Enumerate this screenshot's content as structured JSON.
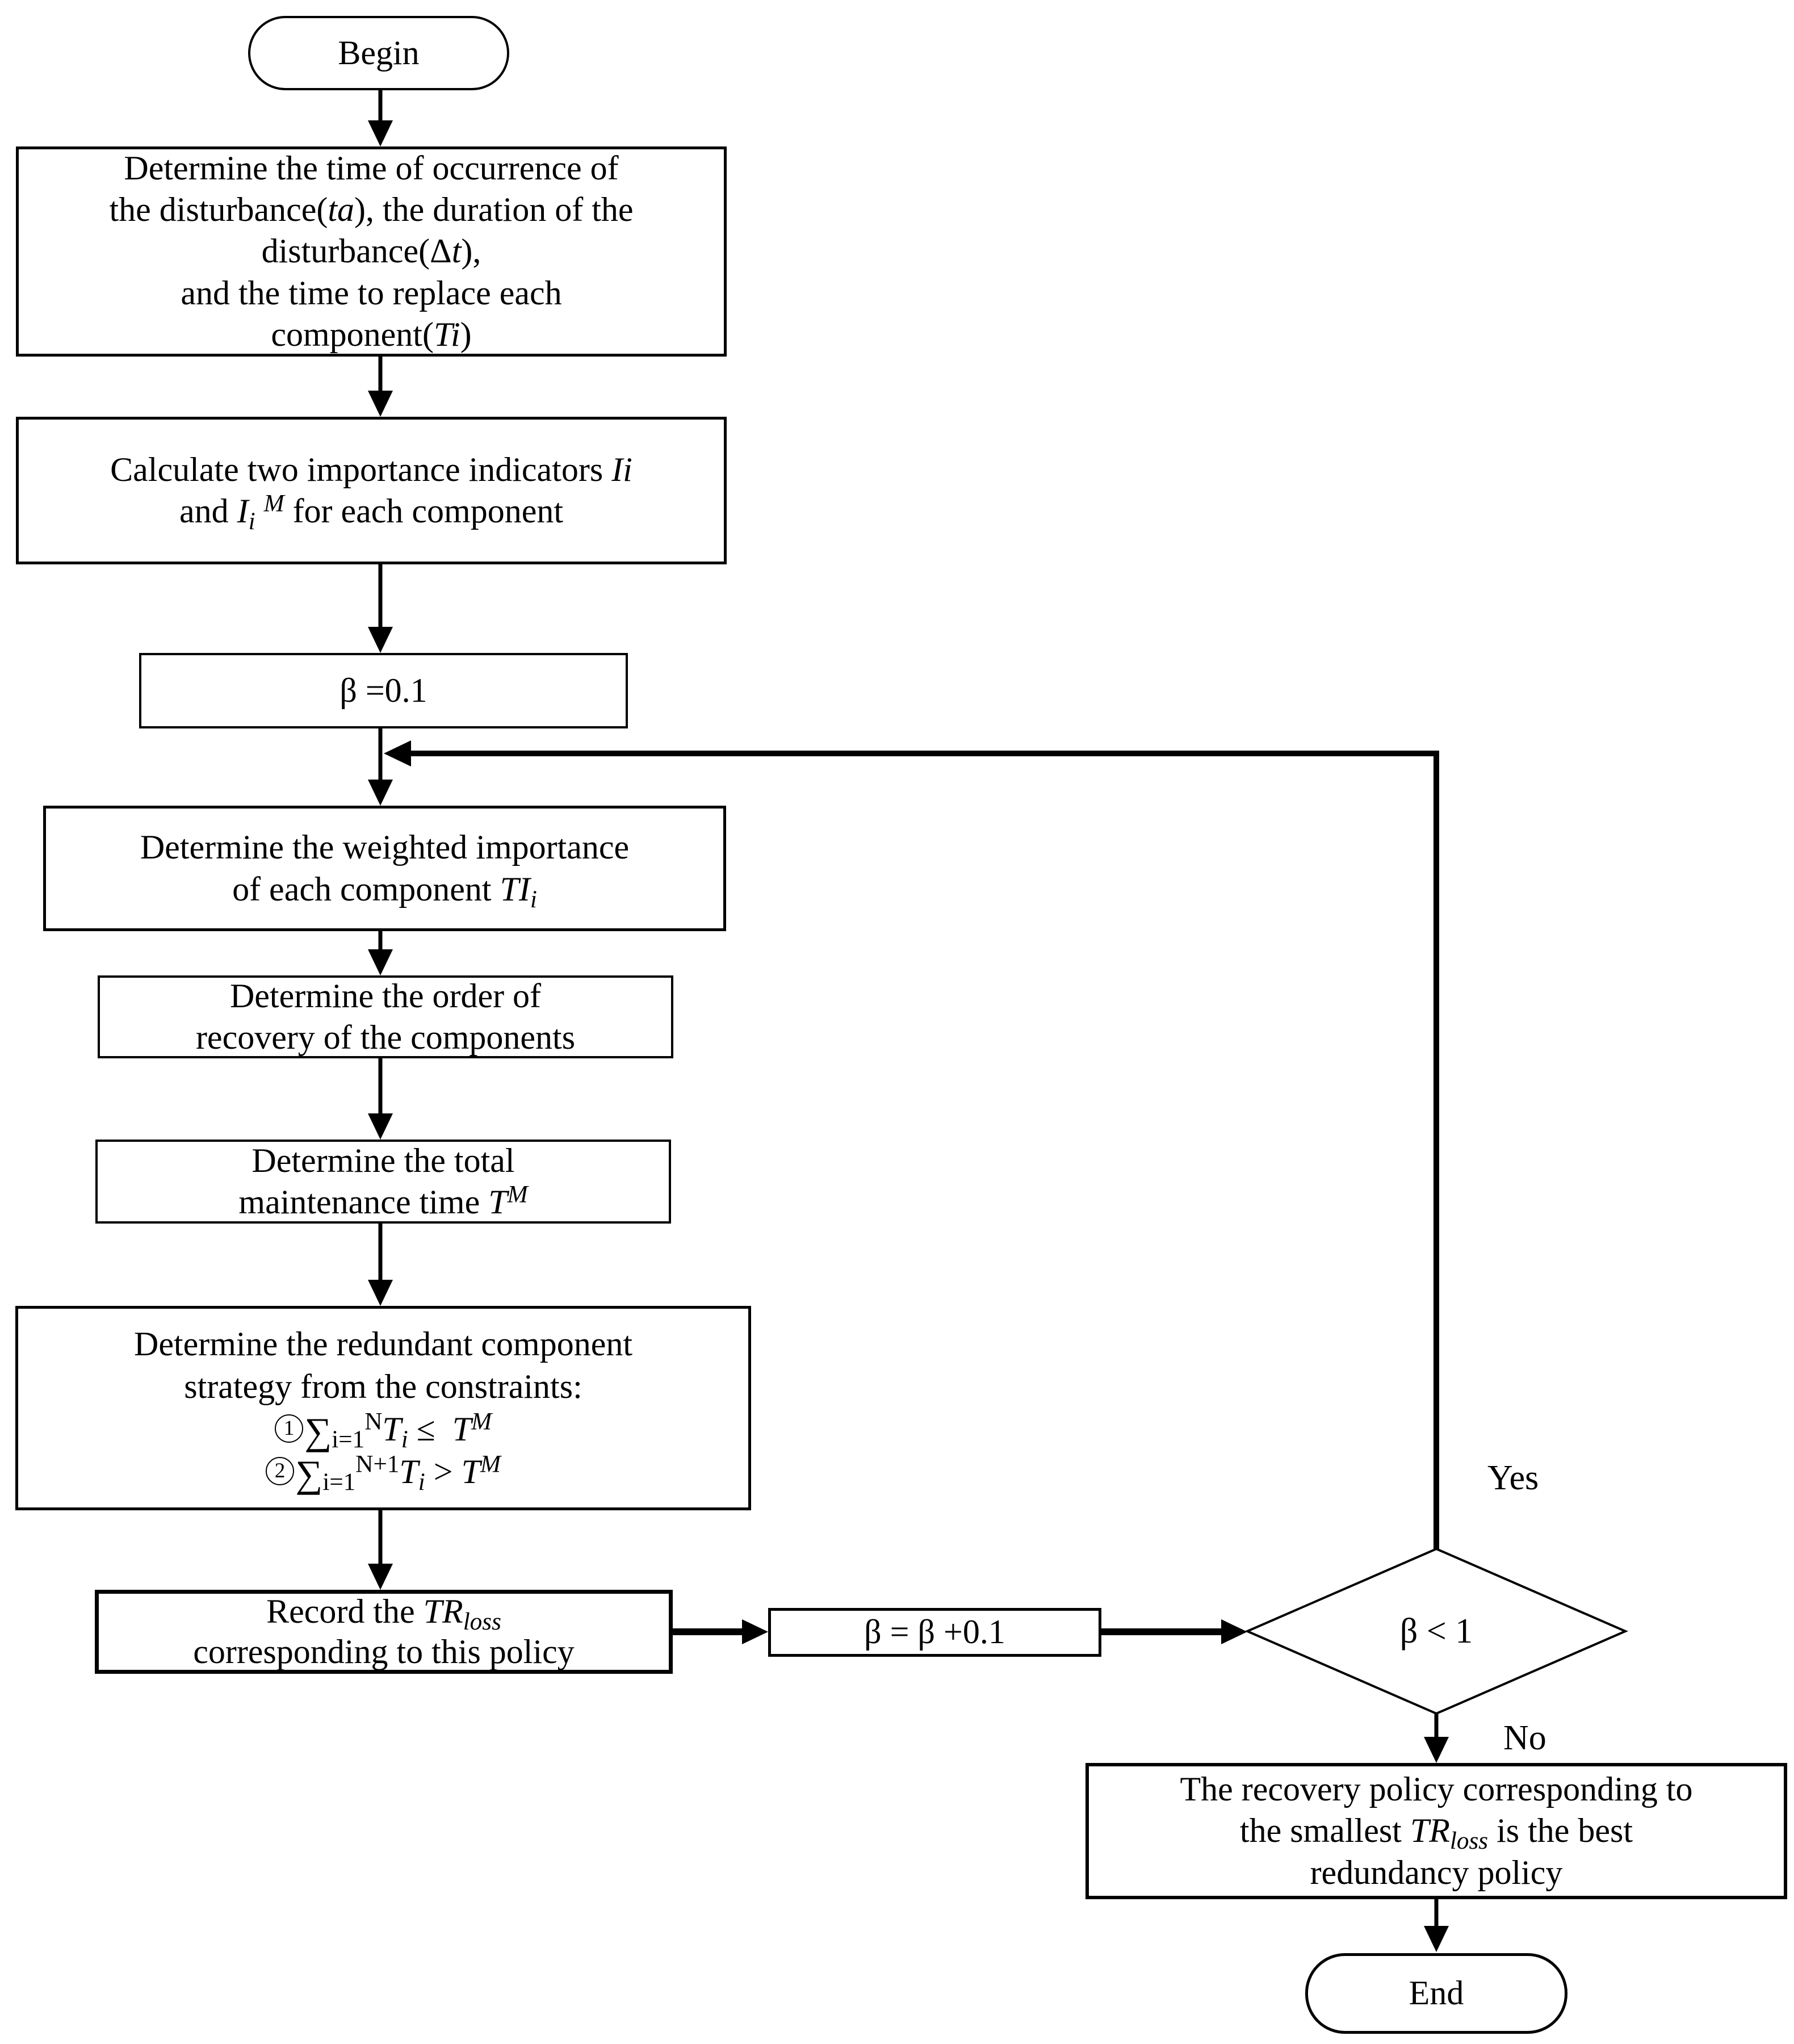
{
  "colors": {
    "ink": "#000000",
    "paper": "#ffffff"
  },
  "labels": {
    "yes": "Yes",
    "no": "No"
  },
  "nodes": {
    "begin": {
      "kind": "terminator",
      "lines": [
        [
          {
            "t": "Begin"
          }
        ]
      ]
    },
    "determine_inputs": {
      "kind": "process",
      "lines": [
        [
          {
            "t": "Determine the time of occurrence of"
          }
        ],
        [
          {
            "t": "the disturbance("
          },
          {
            "t": "ta",
            "s": "i"
          },
          {
            "t": "), the duration of the"
          }
        ],
        [
          {
            "t": "disturbance(Δ"
          },
          {
            "t": "t",
            "s": "i"
          },
          {
            "t": "),"
          }
        ],
        [
          {
            "t": "and the time to replace each"
          }
        ],
        [
          {
            "t": "component("
          },
          {
            "t": "Ti",
            "s": "i"
          },
          {
            "t": ")"
          }
        ]
      ]
    },
    "calc_importance": {
      "kind": "process",
      "lines": [
        [
          {
            "t": "Calculate two importance indicators "
          },
          {
            "t": "Ii",
            "s": "i"
          }
        ],
        [
          {
            "t": "and "
          },
          {
            "t": "I",
            "s": "i"
          },
          {
            "t": "i",
            "s": "i sub"
          },
          {
            "t": " "
          },
          {
            "t": "M",
            "s": "i sup"
          },
          {
            "t": " for each component"
          }
        ]
      ]
    },
    "beta_init": {
      "kind": "process",
      "lines": [
        [
          {
            "t": "β =0.1"
          }
        ]
      ]
    },
    "weighted_importance": {
      "kind": "process",
      "lines": [
        [
          {
            "t": "Determine the weighted importance"
          }
        ],
        [
          {
            "t": "of each component "
          },
          {
            "t": "TI",
            "s": "i"
          },
          {
            "t": "i",
            "s": "i sub"
          }
        ]
      ]
    },
    "recovery_order": {
      "kind": "process",
      "lines": [
        [
          {
            "t": "Determine the order of"
          }
        ],
        [
          {
            "t": "recovery of the components"
          }
        ]
      ]
    },
    "total_maintenance": {
      "kind": "process",
      "lines": [
        [
          {
            "t": "Determine the total"
          }
        ],
        [
          {
            "t": "maintenance time "
          },
          {
            "t": "T",
            "s": "i"
          },
          {
            "t": "M",
            "s": "i sup"
          }
        ]
      ]
    },
    "redundant_strategy": {
      "kind": "process",
      "lines": [
        [
          {
            "t": "Determine the redundant component"
          }
        ],
        [
          {
            "t": "strategy from the constraints:"
          }
        ],
        [
          {
            "t": "1",
            "s": "circ"
          },
          {
            "t": "∑",
            "s": "big"
          },
          {
            "t": "i=1",
            "s": "sub"
          },
          {
            "t": "N",
            "s": "sup"
          },
          {
            "t": "T",
            "s": "i"
          },
          {
            "t": "i",
            "s": "i sub"
          },
          {
            "t": " ≤  "
          },
          {
            "t": "T",
            "s": "i"
          },
          {
            "t": "M",
            "s": "i sup"
          }
        ],
        [
          {
            "t": "2",
            "s": "circ"
          },
          {
            "t": "∑",
            "s": "big"
          },
          {
            "t": "i=1",
            "s": "sub"
          },
          {
            "t": "N+1",
            "s": "sup"
          },
          {
            "t": "T",
            "s": "i"
          },
          {
            "t": "i",
            "s": "i sub"
          },
          {
            "t": " > "
          },
          {
            "t": "T",
            "s": "i"
          },
          {
            "t": "M",
            "s": "i sup"
          }
        ]
      ]
    },
    "record_trloss": {
      "kind": "process",
      "lines": [
        [
          {
            "t": "Record the "
          },
          {
            "t": "TR",
            "s": "i"
          },
          {
            "t": "loss",
            "s": "i sub"
          }
        ],
        [
          {
            "t": "corresponding to this policy"
          }
        ]
      ]
    },
    "beta_increment": {
      "kind": "process",
      "lines": [
        [
          {
            "t": "β = β +0.1"
          }
        ]
      ]
    },
    "beta_check": {
      "kind": "decision",
      "lines": [
        [
          {
            "t": "β < 1"
          }
        ]
      ]
    },
    "best_policy": {
      "kind": "process",
      "lines": [
        [
          {
            "t": "The recovery policy corresponding to"
          }
        ],
        [
          {
            "t": "the smallest "
          },
          {
            "t": "TR",
            "s": "i"
          },
          {
            "t": "loss",
            "s": "i sub"
          },
          {
            "t": " is the best"
          }
        ],
        [
          {
            "t": "redundancy policy"
          }
        ]
      ]
    },
    "end": {
      "kind": "terminator",
      "lines": [
        [
          {
            "t": "End"
          }
        ]
      ]
    }
  }
}
